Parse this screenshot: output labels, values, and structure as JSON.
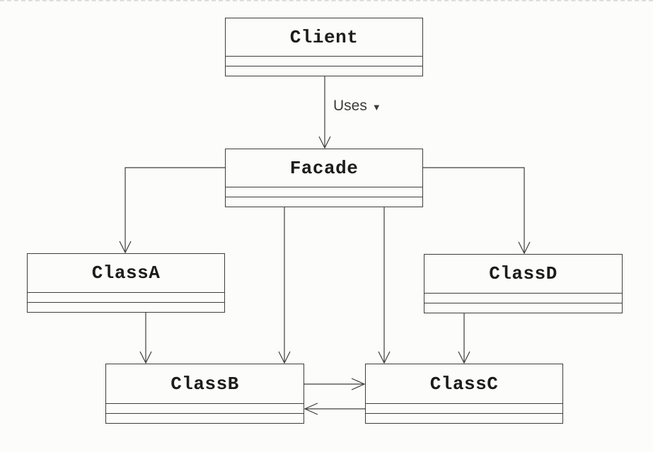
{
  "diagram": {
    "kind": "uml-class-diagram",
    "pattern": "Facade",
    "background_color": "#fcfcfb",
    "line_color": "#3e3e3e",
    "text_color": "#1c1c1c"
  },
  "nodes": {
    "client": {
      "label": "Client"
    },
    "facade": {
      "label": "Facade"
    },
    "classA": {
      "label": "ClassA"
    },
    "classB": {
      "label": "ClassB"
    },
    "classC": {
      "label": "ClassC"
    },
    "classD": {
      "label": "ClassD"
    }
  },
  "annotations": {
    "uses_text": "Uses",
    "uses_arrow_icon": "▼"
  },
  "edges": [
    {
      "from": "Client",
      "to": "Facade",
      "label": "Uses",
      "style": "open-arrow"
    },
    {
      "from": "Facade",
      "to": "ClassA",
      "label": "",
      "style": "open-arrow"
    },
    {
      "from": "Facade",
      "to": "ClassB",
      "label": "",
      "style": "open-arrow"
    },
    {
      "from": "Facade",
      "to": "ClassC",
      "label": "",
      "style": "open-arrow"
    },
    {
      "from": "Facade",
      "to": "ClassD",
      "label": "",
      "style": "open-arrow"
    },
    {
      "from": "ClassA",
      "to": "ClassB",
      "label": "",
      "style": "open-arrow"
    },
    {
      "from": "ClassD",
      "to": "ClassC",
      "label": "",
      "style": "open-arrow"
    },
    {
      "from": "ClassB",
      "to": "ClassC",
      "label": "",
      "style": "open-arrow"
    },
    {
      "from": "ClassC",
      "to": "ClassB",
      "label": "",
      "style": "open-arrow"
    }
  ]
}
